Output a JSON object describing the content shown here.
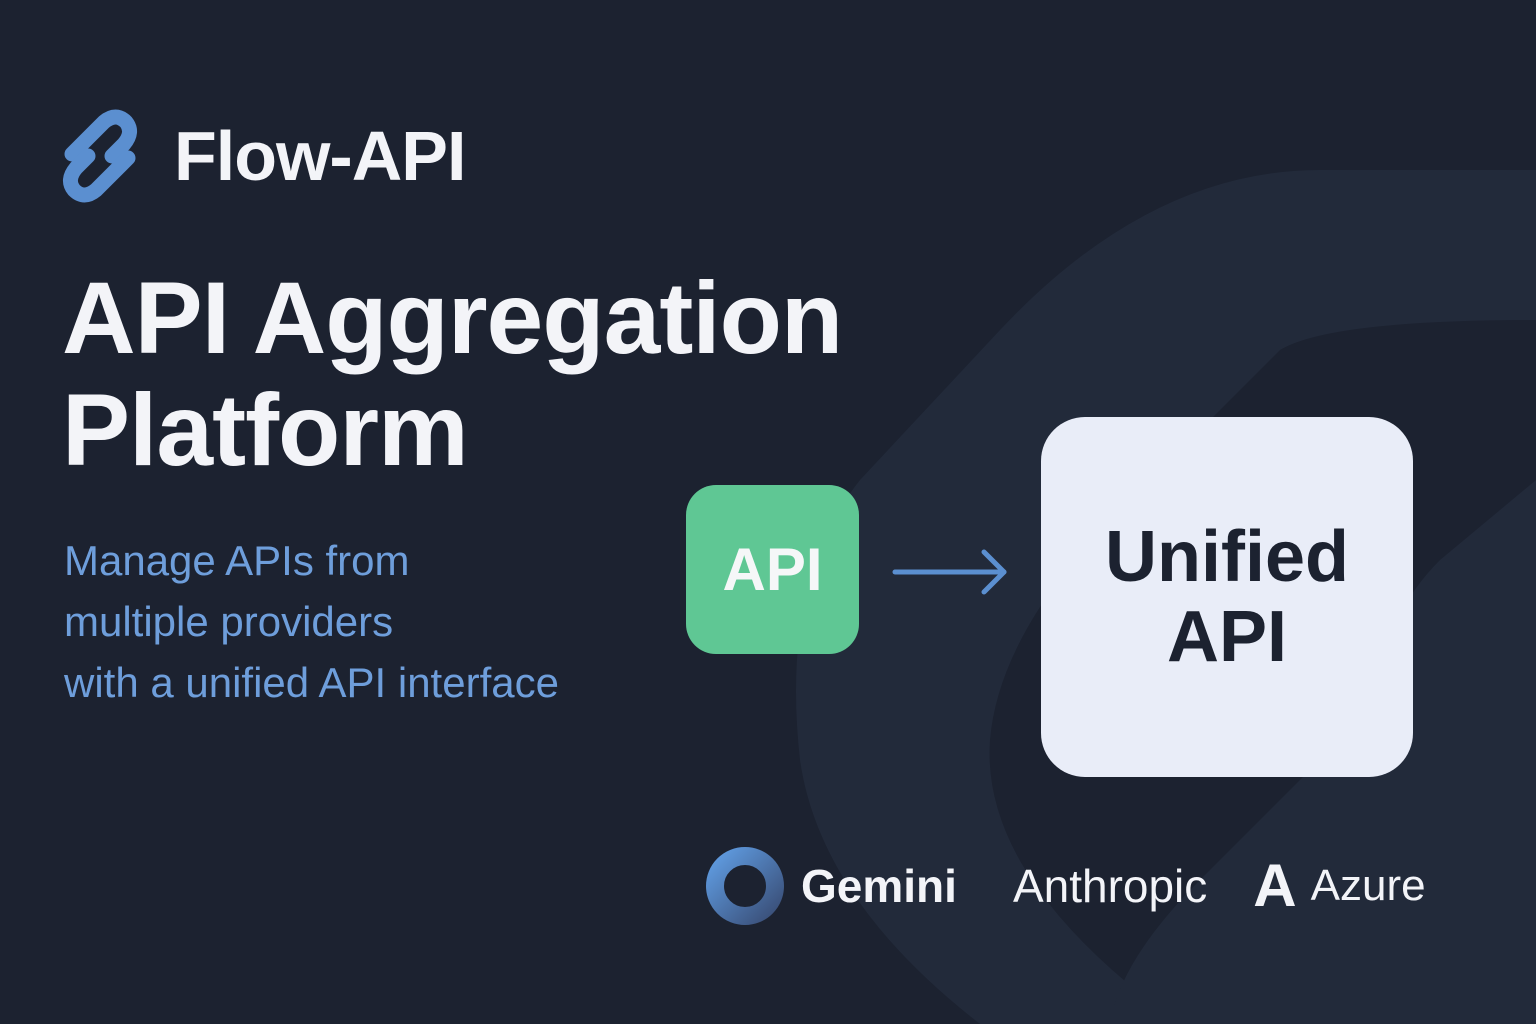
{
  "brand": {
    "name": "Flow-API",
    "icon": "chain-link-icon",
    "icon_color": "#5b8fd0"
  },
  "headline": {
    "line1": "API Aggregation",
    "line2": "Platform"
  },
  "subtitle": {
    "line1": "Manage APIs from",
    "line2": "multiple providers",
    "line3": "with a unified API interface",
    "color": "#6e9edb"
  },
  "diagram": {
    "source_label": "API",
    "source_color": "#5fc794",
    "arrow_icon": "arrow-right-icon",
    "target_line1": "Unified",
    "target_line2": "API",
    "target_color": "#e9edf8"
  },
  "providers": [
    {
      "name": "Gemini",
      "icon": "gemini-ring-icon"
    },
    {
      "name": "Anthropic"
    },
    {
      "name": "Azure",
      "icon": "azure-a-icon",
      "icon_glyph": "A"
    }
  ],
  "colors": {
    "background": "#1c2230",
    "background_shape": "#222a3a"
  }
}
